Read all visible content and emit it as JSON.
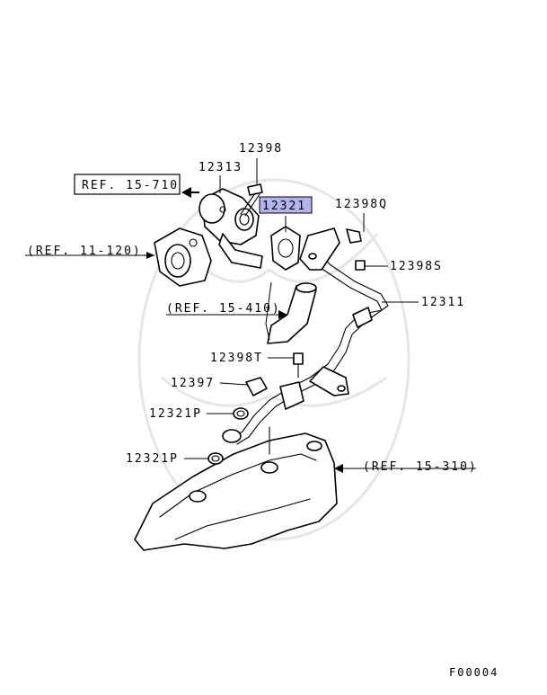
{
  "diagram": {
    "references": {
      "ref_15_710": "REF. 15-710",
      "ref_11_120": "(REF. 11-120)",
      "ref_15_410": "(REF. 15-410)",
      "ref_15_310": "(REF. 15-310)"
    },
    "parts": {
      "p12398": "12398",
      "p12313": "12313",
      "p12321": "12321",
      "p12398Q": "12398Q",
      "p12398S": "12398S",
      "p12311": "12311",
      "p12398T": "12398T",
      "p12397": "12397",
      "p12321P_a": "12321P",
      "p12321P_b": "12321P"
    },
    "highlight_color": "#b3b3ee",
    "figure_code": "F00004"
  }
}
